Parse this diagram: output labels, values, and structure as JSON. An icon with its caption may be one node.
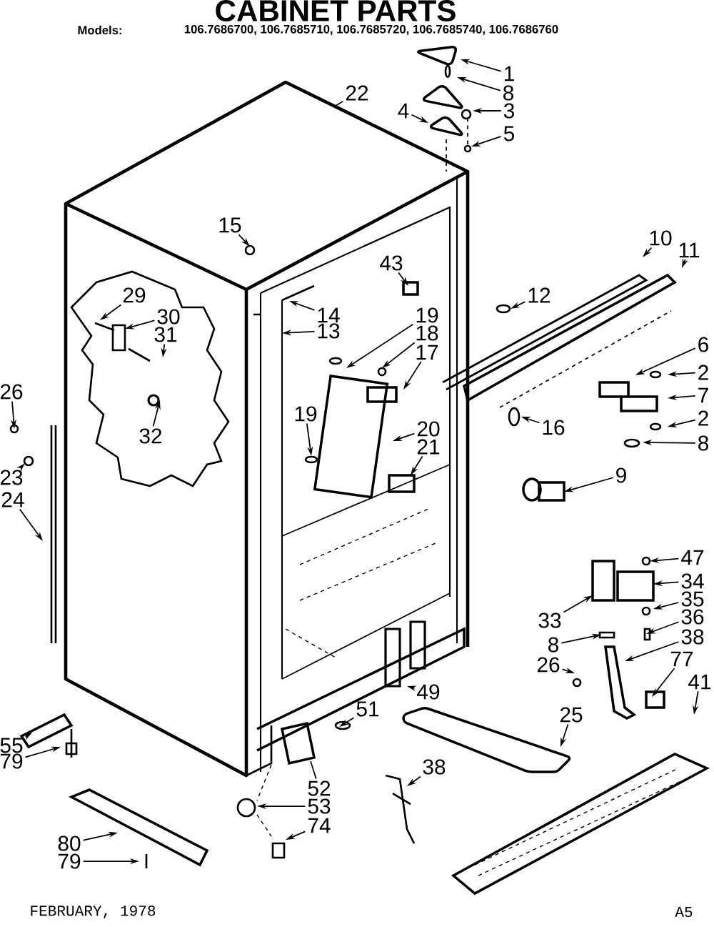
{
  "diagram": {
    "title": "CABINET PARTS",
    "nodes": [
      {
        "text": [
          "1"
        ]
      },
      {
        "text": [
          "8"
        ]
      },
      {
        "text": [
          "3"
        ]
      },
      {
        "text": [
          "4"
        ]
      },
      {
        "text": [
          "5"
        ]
      },
      {
        "text": [
          "22"
        ]
      },
      {
        "text": [
          "15"
        ]
      },
      {
        "text": [
          "43"
        ]
      },
      {
        "text": [
          "10"
        ]
      },
      {
        "text": [
          "11"
        ]
      },
      {
        "text": [
          "12"
        ]
      },
      {
        "text": [
          "14"
        ]
      },
      {
        "text": [
          "13"
        ]
      },
      {
        "text": [
          "19"
        ]
      },
      {
        "text": [
          "18"
        ]
      },
      {
        "text": [
          "17"
        ]
      },
      {
        "text": [
          "29"
        ]
      },
      {
        "text": [
          "30"
        ]
      },
      {
        "text": [
          "31"
        ]
      },
      {
        "text": [
          "32"
        ]
      },
      {
        "text": [
          "6"
        ]
      },
      {
        "text": [
          "2"
        ]
      },
      {
        "text": [
          "7"
        ]
      },
      {
        "text": [
          "16"
        ]
      },
      {
        "text": [
          "2"
        ]
      },
      {
        "text": [
          "8"
        ]
      },
      {
        "text": [
          "26"
        ]
      },
      {
        "text": [
          "23"
        ]
      },
      {
        "text": [
          "24"
        ]
      },
      {
        "text": [
          "20"
        ]
      },
      {
        "text": [
          "21"
        ]
      },
      {
        "text": [
          "19"
        ]
      },
      {
        "text": [
          "9"
        ]
      },
      {
        "text": [
          "47"
        ]
      },
      {
        "text": [
          "34"
        ]
      },
      {
        "text": [
          "35"
        ]
      },
      {
        "text": [
          "36"
        ]
      },
      {
        "text": [
          "33"
        ]
      },
      {
        "text": [
          "8"
        ]
      },
      {
        "text": [
          "38"
        ]
      },
      {
        "text": [
          "26"
        ]
      },
      {
        "text": [
          "77"
        ]
      },
      {
        "text": [
          "41"
        ]
      },
      {
        "text": [
          "49"
        ]
      },
      {
        "text": [
          "25"
        ]
      },
      {
        "text": [
          "51"
        ]
      },
      {
        "text": [
          "55"
        ]
      },
      {
        "text": [
          "79"
        ]
      },
      {
        "text": [
          "52"
        ]
      },
      {
        "text": [
          "53"
        ]
      },
      {
        "text": [
          "38"
        ]
      },
      {
        "text": [
          "74"
        ]
      },
      {
        "text": [
          "80"
        ]
      },
      {
        "text": [
          "79"
        ]
      }
    ],
    "edges": [
      {
        "from": 0,
        "to": null,
        "arrow": "to"
      },
      {
        "from": 1,
        "to": null,
        "arrow": "to"
      },
      {
        "from": 2,
        "to": null,
        "arrow": "to"
      },
      {
        "from": 3,
        "to": null,
        "arrow": "to"
      },
      {
        "from": 4,
        "to": null,
        "arrow": "to"
      },
      {
        "from": 5,
        "to": null,
        "arrow": "none"
      },
      {
        "from": 6,
        "to": null,
        "arrow": "to"
      },
      {
        "from": 7,
        "to": null,
        "arrow": "to"
      },
      {
        "from": 8,
        "to": null,
        "arrow": "to"
      },
      {
        "from": 9,
        "to": null,
        "arrow": "to"
      },
      {
        "from": 10,
        "to": null,
        "arrow": "to"
      },
      {
        "from": 11,
        "to": null,
        "arrow": "to"
      },
      {
        "from": 12,
        "to": null,
        "arrow": "to"
      },
      {
        "from": 13,
        "to": null,
        "arrow": "to"
      },
      {
        "from": 14,
        "to": null,
        "arrow": "to"
      },
      {
        "from": 15,
        "to": null,
        "arrow": "to"
      },
      {
        "from": 16,
        "to": null,
        "arrow": "to"
      },
      {
        "from": 17,
        "to": null,
        "arrow": "to"
      },
      {
        "from": 18,
        "to": null,
        "arrow": "to"
      },
      {
        "from": 19,
        "to": null,
        "arrow": "to"
      },
      {
        "from": 20,
        "to": null,
        "arrow": "to"
      },
      {
        "from": 21,
        "to": null,
        "arrow": "to"
      },
      {
        "from": 22,
        "to": null,
        "arrow": "to"
      },
      {
        "from": 23,
        "to": null,
        "arrow": "to"
      },
      {
        "from": 24,
        "to": null,
        "arrow": "to"
      },
      {
        "from": 25,
        "to": null,
        "arrow": "to"
      },
      {
        "from": 26,
        "to": null,
        "arrow": "to"
      },
      {
        "from": 27,
        "to": null,
        "arrow": "to"
      },
      {
        "from": 28,
        "to": null,
        "arrow": "to"
      },
      {
        "from": 29,
        "to": null,
        "arrow": "to"
      },
      {
        "from": 30,
        "to": null,
        "arrow": "to"
      },
      {
        "from": 31,
        "to": null,
        "arrow": "to"
      },
      {
        "from": 32,
        "to": null,
        "arrow": "to"
      },
      {
        "from": 33,
        "to": null,
        "arrow": "to"
      },
      {
        "from": 34,
        "to": null,
        "arrow": "to"
      },
      {
        "from": 35,
        "to": null,
        "arrow": "to"
      },
      {
        "from": 36,
        "to": null,
        "arrow": "to"
      },
      {
        "from": 37,
        "to": null,
        "arrow": "to"
      },
      {
        "from": 38,
        "to": null,
        "arrow": "to"
      },
      {
        "from": 39,
        "to": null,
        "arrow": "to"
      },
      {
        "from": 40,
        "to": null,
        "arrow": "to"
      },
      {
        "from": 41,
        "to": null,
        "arrow": "to"
      },
      {
        "from": 42,
        "to": null,
        "arrow": "to"
      },
      {
        "from": 43,
        "to": null,
        "arrow": "to"
      },
      {
        "from": 44,
        "to": null,
        "arrow": "to"
      },
      {
        "from": 45,
        "to": null,
        "arrow": "to"
      },
      {
        "from": 46,
        "to": null,
        "arrow": "to"
      },
      {
        "from": 47,
        "to": null,
        "arrow": "to"
      },
      {
        "from": 48,
        "to": null,
        "arrow": "none"
      },
      {
        "from": 49,
        "to": null,
        "arrow": "to"
      },
      {
        "from": 50,
        "to": null,
        "arrow": "to"
      },
      {
        "from": 51,
        "to": null,
        "arrow": "to"
      },
      {
        "from": 52,
        "to": null,
        "arrow": "to"
      },
      {
        "from": 53,
        "to": null,
        "arrow": "to"
      }
    ],
    "labels": [
      "Models:",
      "106.7686700, 106.7685710, 106.7685720, 106.7685740, 106.7686760",
      "FEBRUARY, 1978",
      "A5"
    ]
  }
}
